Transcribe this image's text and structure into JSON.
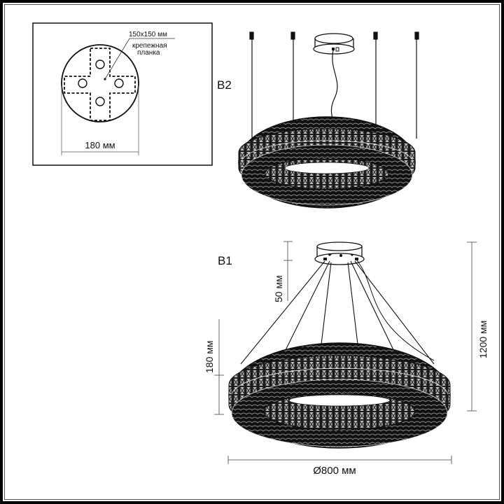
{
  "mount_plate_box": {
    "plate_size_label": "150x150 мм",
    "plate_name_line1": "крепежная",
    "plate_name_line2": "планка",
    "diameter_label": "180 мм"
  },
  "variant_b2": {
    "label": "B2"
  },
  "variant_b1": {
    "label": "B1",
    "canopy_height_label": "50 мм",
    "ring_height_label": "180 мм",
    "total_height_label": "1200 мм",
    "diameter_label": "Ø800 мм"
  },
  "colors": {
    "line": "#111111",
    "dimension": "#333333",
    "background": "#ffffff"
  }
}
